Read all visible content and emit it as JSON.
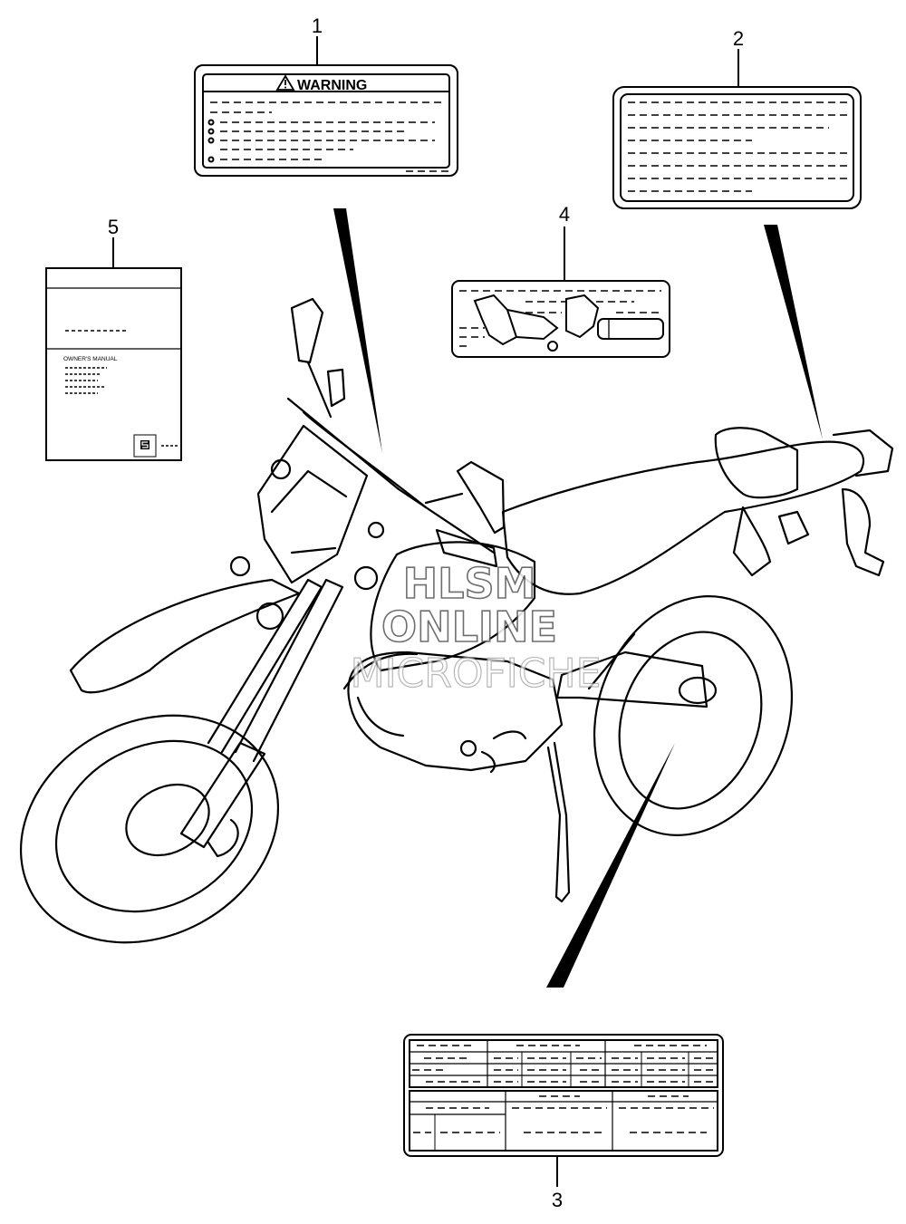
{
  "callouts": {
    "c1": "1",
    "c2": "2",
    "c3": "3",
    "c4": "4",
    "c5": "5"
  },
  "label1": {
    "heading": "WARNING",
    "icon": "warning-triangle-icon"
  },
  "manual": {
    "title": "OWNER'S MANUAL",
    "logo": "suzuki-s-logo-icon"
  },
  "watermark": {
    "line1": "HLSM",
    "line2": "ONLINE",
    "line3": "MICROFICHE"
  }
}
